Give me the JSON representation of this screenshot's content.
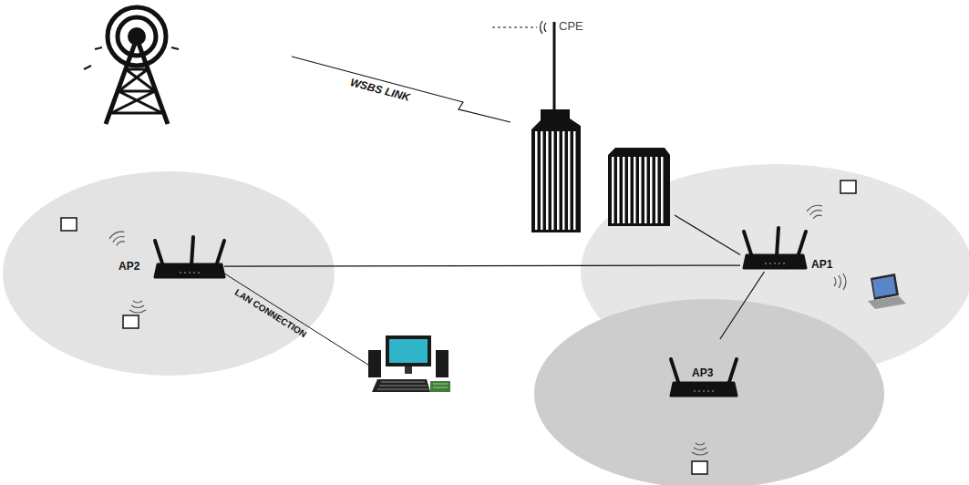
{
  "diagram": {
    "nodes": [
      {
        "text": [
          "CPE"
        ]
      },
      {
        "text": [
          "AP2"
        ]
      },
      {
        "text": [
          "AP1"
        ]
      },
      {
        "text": [
          "AP3"
        ]
      }
    ],
    "edges": [
      {
        "from": 1,
        "to": 2,
        "arrow": "none"
      },
      {
        "from": 0,
        "to": 2,
        "arrow": "none"
      },
      {
        "from": 2,
        "to": 3,
        "arrow": "none"
      }
    ],
    "labels": [
      "WSBS LINK",
      "LAN CONNECTION"
    ]
  }
}
